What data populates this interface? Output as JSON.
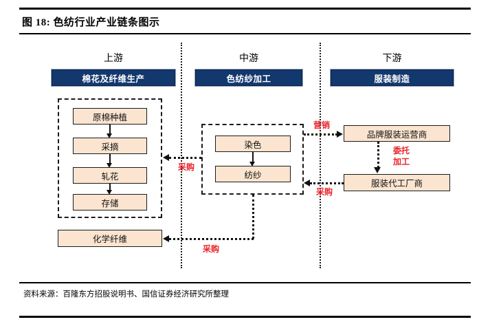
{
  "figure": {
    "title": "图 18: 色纺行业产业链条图示",
    "source": "资料来源：百隆东方招股说明书、国信证券经济研究所整理"
  },
  "stages": [
    {
      "label": "上游",
      "bar": "棉花及纤维生产"
    },
    {
      "label": "中游",
      "bar": "色纺纱加工"
    },
    {
      "label": "下游",
      "bar": "服装制造"
    }
  ],
  "upstream": {
    "cotton_chain": [
      "原棉种植",
      "采摘",
      "轧花",
      "存储"
    ],
    "fiber": "化学纤维"
  },
  "midstream": {
    "steps": [
      "染色",
      "纺纱"
    ]
  },
  "downstream": {
    "brand": "品牌服装运营商",
    "oem": "服装代工厂商"
  },
  "relations": {
    "procure_cotton": "采购",
    "procure_fiber": "采购",
    "procure_yarn": "采购",
    "marketing": "营销",
    "outsource_line1": "委托",
    "outsource_line2": "加工"
  },
  "colors": {
    "bar_fill": "#12386e",
    "box_fill": "#fbe5d0",
    "relation_red": "#e8242a",
    "line": "#111111"
  }
}
